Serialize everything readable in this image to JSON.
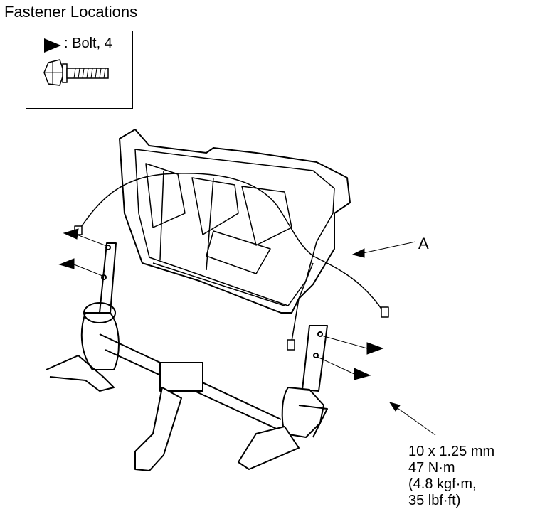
{
  "header": {
    "title": "Fastener Locations"
  },
  "legend": {
    "symbol": "arrowhead-icon",
    "text": ": Bolt, 4"
  },
  "callout": {
    "label": "A"
  },
  "torque_spec": {
    "line1": "10 x 1.25 mm",
    "line2": "47 N·m",
    "line3": "(4.8 kgf·m,",
    "line4": "35 lbf·ft)"
  }
}
